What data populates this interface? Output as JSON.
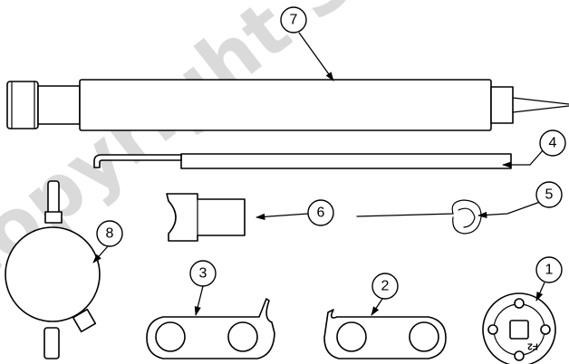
{
  "watermark": "Copyright Sonic Copyright Sonic Copyright Sonic",
  "callouts": [
    {
      "number": "1"
    },
    {
      "number": "2"
    },
    {
      "number": "3"
    },
    {
      "number": "4"
    },
    {
      "number": "5"
    },
    {
      "number": "6"
    },
    {
      "number": "7"
    },
    {
      "number": "8"
    }
  ],
  "part_marking": "F2"
}
